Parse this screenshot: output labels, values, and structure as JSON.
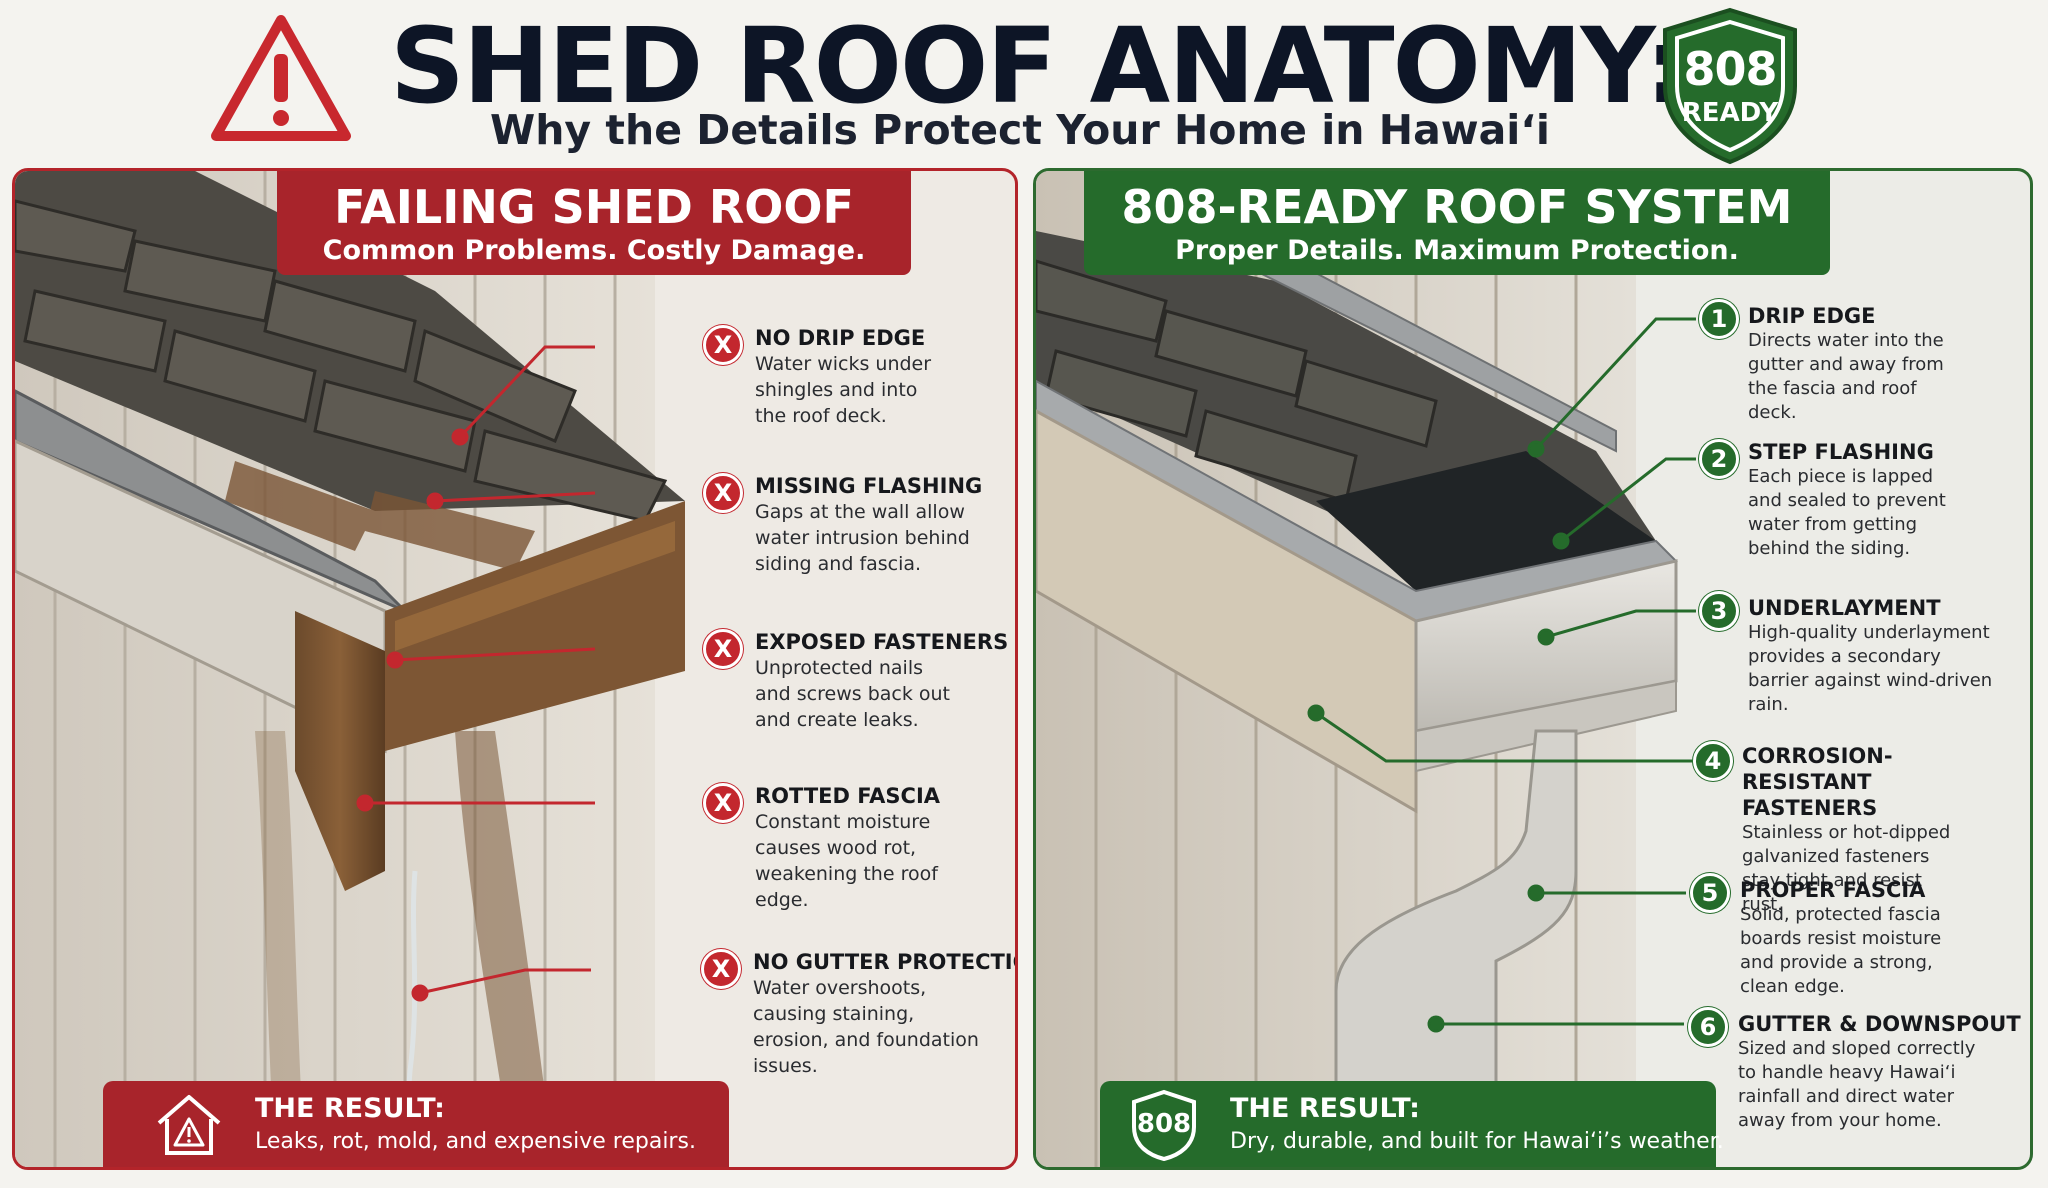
{
  "header": {
    "title": "SHED ROOF ANATOMY:",
    "subtitle": "Why the Details Protect Your Home in Hawai‘i",
    "badge_top": "808",
    "badge_bottom": "READY"
  },
  "left_panel": {
    "title": "FAILING SHED ROOF",
    "subtitle": "Common Problems. Costly Damage.",
    "marker": "X",
    "callouts": [
      {
        "title": "NO DRIP EDGE",
        "desc": "Water wicks under shingles and into the roof deck."
      },
      {
        "title": "MISSING FLASHING",
        "desc": "Gaps at the wall allow water intrusion behind siding and fascia."
      },
      {
        "title": "EXPOSED FASTENERS",
        "desc": "Unprotected nails and screws back out and create leaks."
      },
      {
        "title": "ROTTED FASCIA",
        "desc": "Constant moisture causes wood rot, weakening the roof edge."
      },
      {
        "title": "NO GUTTER PROTECTION",
        "desc": "Water overshoots, causing staining, erosion, and foundation issues."
      }
    ],
    "result": {
      "title": "THE RESULT:",
      "text": "Leaks, rot, mold, and expensive repairs."
    }
  },
  "right_panel": {
    "title": "808-READY ROOF SYSTEM",
    "subtitle": "Proper Details. Maximum Protection.",
    "callouts": [
      {
        "num": "1",
        "title": "DRIP EDGE",
        "desc": "Directs water into the gutter and away from the fascia and roof deck."
      },
      {
        "num": "2",
        "title": "STEP FLASHING",
        "desc": "Each piece is lapped and sealed to prevent water from getting behind the siding."
      },
      {
        "num": "3",
        "title": "UNDERLAYMENT",
        "desc": "High-quality underlayment provides a secondary barrier against wind-driven rain."
      },
      {
        "num": "4",
        "title": "CORROSION-RESISTANT FASTENERS",
        "desc": "Stainless or hot-dipped galvanized fasteners stay tight and resist rust."
      },
      {
        "num": "5",
        "title": "PROPER FASCIA",
        "desc": "Solid, protected fascia boards resist moisture and provide a strong, clean edge."
      },
      {
        "num": "6",
        "title": "GUTTER & DOWNSPOUT",
        "desc": "Sized and sloped correctly to handle heavy Hawai‘i rainfall and direct water away from your home."
      }
    ],
    "result": {
      "title": "THE RESULT:",
      "text": "Dry, durable, and built for Hawai‘i’s weather.",
      "icon_label": "808"
    }
  },
  "colors": {
    "danger": "#a8242b",
    "safe": "#256b2b",
    "title_navy": "#0d1526"
  },
  "icons": [
    "warning-triangle-icon",
    "shield-808-badge-icon",
    "x-mark-icon",
    "house-warning-icon",
    "shield-808-icon"
  ]
}
